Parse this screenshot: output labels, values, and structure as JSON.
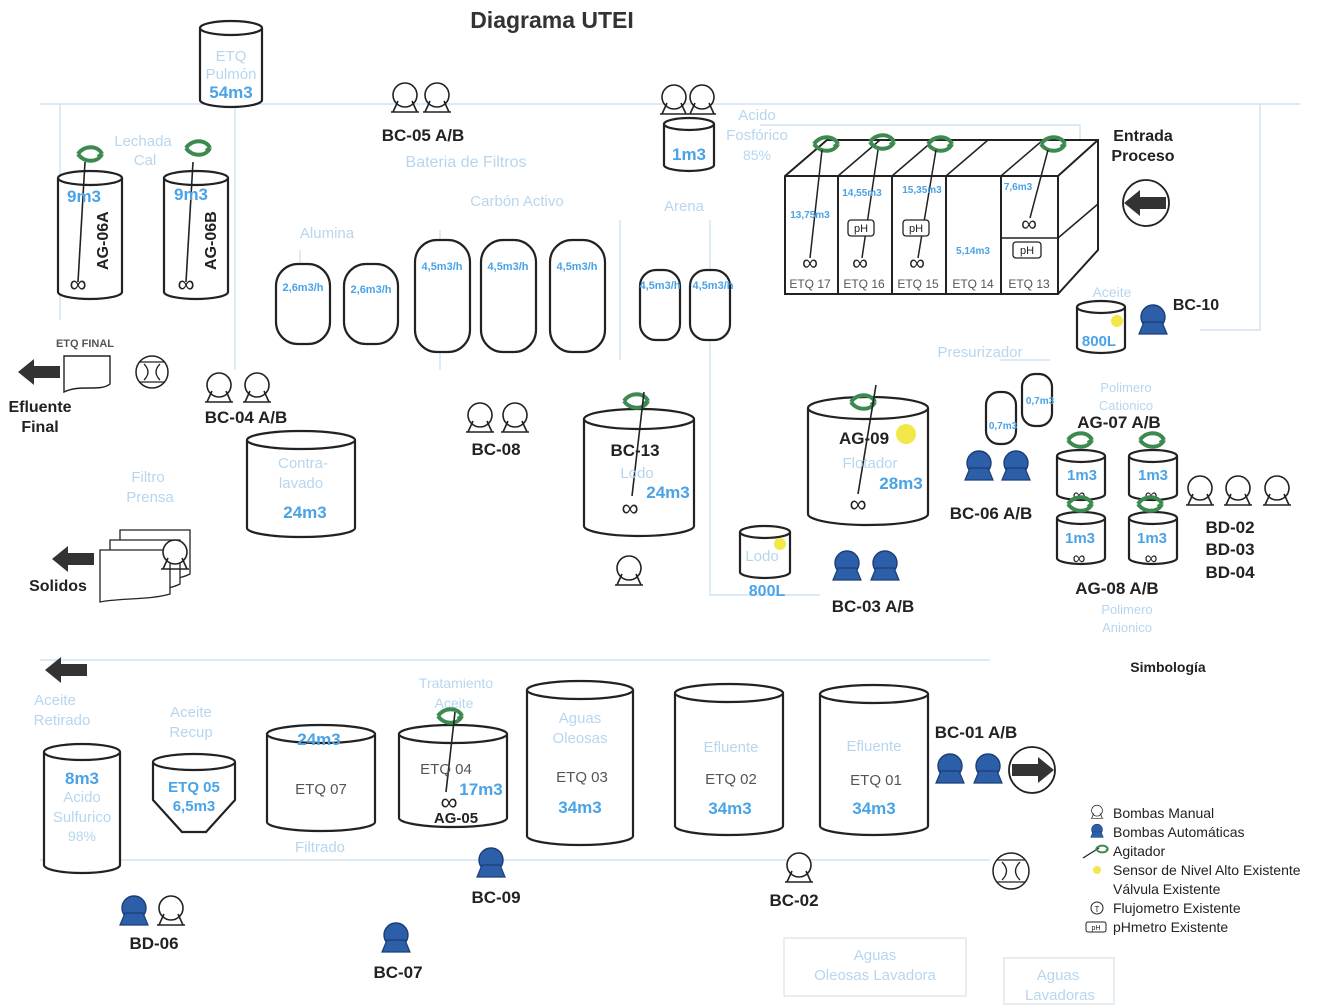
{
  "title": "Diagrama UTEI",
  "entrada": [
    "Entrada",
    "Proceso"
  ],
  "efluente_final": [
    "Efluente",
    "Final"
  ],
  "etq_final": "ETQ FINAL",
  "solidos": "Solidos",
  "filtro_prensa": [
    "Filtro",
    "Prensa"
  ],
  "aceite_retirado": [
    "Aceite",
    "Retirado"
  ],
  "aceite_recup": [
    "Aceite",
    "Recup"
  ],
  "filtrado": "Filtrado",
  "lechada_cal": [
    "Lechada",
    "Cal"
  ],
  "bateria_filtros": "Bateria de Filtros",
  "carbon_activo": "Carbón Activo",
  "alumina": "Alumina",
  "arena": "Arena",
  "acido_fosforico": [
    "Acido",
    "Fosfórico",
    "85%"
  ],
  "presurizador": "Presurizador",
  "polimero_cationico": [
    "Polimero",
    "Cationico"
  ],
  "polimero_anionico": [
    "Polimero",
    "Anionico"
  ],
  "tratamiento_aceite": [
    "Tratamiento",
    "Aceite"
  ],
  "aguas_oleosas_lavadora": [
    "Aguas",
    "Oleosas Lavadora"
  ],
  "aguas_lavadoras": [
    "Aguas",
    "Lavadoras"
  ],
  "tanks": {
    "pulmon": {
      "l1": "ETQ",
      "l2": "Pulmón",
      "vol": "54m3"
    },
    "ag06a": {
      "vol": "9m3",
      "name": "AG-06A"
    },
    "ag06b": {
      "vol": "9m3",
      "name": "AG-06B"
    },
    "acido_small": {
      "vol": "1m3"
    },
    "contralavado": {
      "l1": "Contra-",
      "l2": "lavado",
      "vol": "24m3"
    },
    "bc13": {
      "name": "BC-13",
      "l1": "Lodo",
      "vol": "24m3"
    },
    "ag09": {
      "name": "AG-09",
      "l1": "Flotador",
      "vol": "28m3"
    },
    "lodo": {
      "l1": "Lodo",
      "vol": "800L"
    },
    "aceite800": {
      "l1": "Aceite",
      "vol": "800L"
    },
    "acido_sulf": {
      "vol": "8m3",
      "l1": "Acido",
      "l2": "Sulfurico",
      "l3": "98%"
    },
    "etq05": {
      "name": "ETQ 05",
      "vol": "6,5m3"
    },
    "etq07": {
      "vol": "24m3",
      "name": "ETQ 07"
    },
    "etq04": {
      "name": "ETQ 04",
      "vol": "17m3",
      "ag": "AG-05"
    },
    "etq03": {
      "l1": "Aguas",
      "l2": "Oleosas",
      "name": "ETQ 03",
      "vol": "34m3"
    },
    "etq02": {
      "l1": "Efluente",
      "name": "ETQ 02",
      "vol": "34m3"
    },
    "etq01": {
      "l1": "Efluente",
      "name": "ETQ 01",
      "vol": "34m3"
    },
    "poly07a": {
      "vol": "1m3"
    },
    "poly07b": {
      "vol": "1m3"
    },
    "poly08a": {
      "vol": "1m3"
    },
    "poly08b": {
      "vol": "1m3"
    },
    "pres1": {
      "vol": "0,7m3"
    },
    "pres2": {
      "vol": "0,7m3"
    }
  },
  "filters": [
    "2,6m3/h",
    "2,6m3/h",
    "4,5m3/h",
    "4,5m3/h",
    "4,5m3/h",
    "4,5m3/h",
    "4,5m3/h"
  ],
  "reactor": {
    "flows": [
      "13,75m3",
      "14,55m3",
      "15,35m3",
      "5,14m3",
      "7,6m3"
    ],
    "names": [
      "ETQ 17",
      "ETQ 16",
      "ETQ 15",
      "ETQ 14",
      "ETQ 13"
    ],
    "ph": "pH"
  },
  "pumps": {
    "bc05": "BC-05 A/B",
    "bc04": "BC-04 A/B",
    "bc08": "BC-08",
    "bc10": "BC-10",
    "bc06": "BC-06 A/B",
    "ag07": "AG-07 A/B",
    "ag08": "AG-08 A/B",
    "bc03": "BC-03 A/B",
    "bd": [
      "BD-02",
      "BD-03",
      "BD-04"
    ],
    "bc01": "BC-01 A/B",
    "bd06": "BD-06",
    "bc07": "BC-07",
    "bc09": "BC-09",
    "bc02": "BC-02"
  },
  "legend": {
    "title": "Simbología",
    "items": [
      {
        "label": "Bombas Manual",
        "icon": "manual-pump-icon"
      },
      {
        "label": "Bombas Automáticas",
        "icon": "auto-pump-icon"
      },
      {
        "label": "Agitador",
        "icon": "agitator-icon"
      },
      {
        "label": "Sensor de Nivel Alto Existente",
        "icon": "level-sensor-icon"
      },
      {
        "label": "Válvula Existente",
        "icon": "valve-icon"
      },
      {
        "label": "Flujometro Existente",
        "icon": "flowmeter-icon"
      },
      {
        "label": "pHmetro Existente",
        "icon": "ph-meter-icon"
      }
    ]
  },
  "colors": {
    "auto_pump": "#2c5fa8",
    "label_blue": "#4aa3e6",
    "pale_text": "#b7d6ee",
    "agitator": "#3c8a50",
    "sensor": "#f2e84a",
    "arrow": "#333333"
  }
}
